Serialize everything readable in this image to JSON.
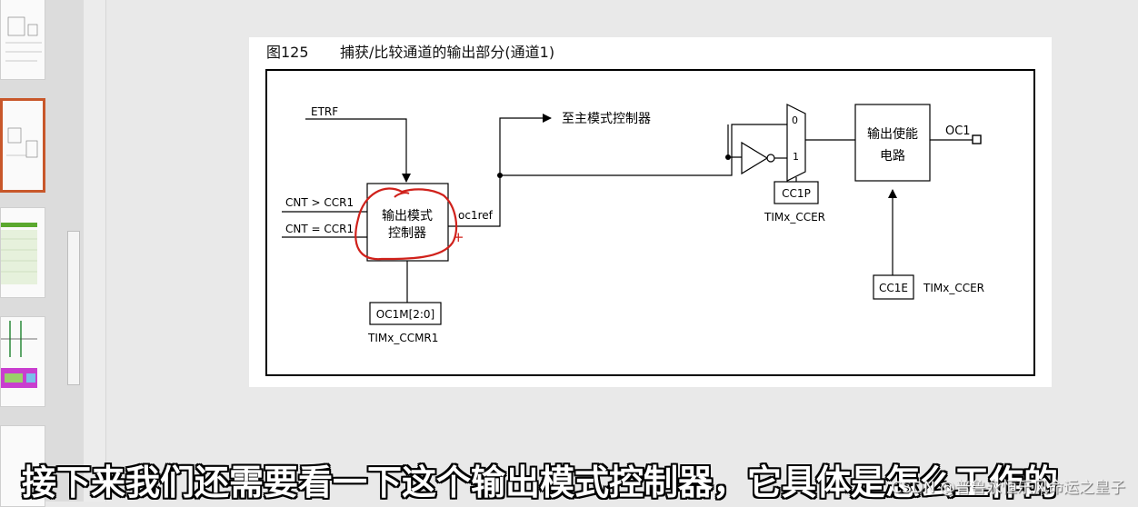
{
  "colors": {
    "accent_selected": "#c8572a",
    "annotation_red": "#d0211b",
    "slide_bg": "#ffffff"
  },
  "figure": {
    "caption_number": "图125",
    "caption_title": "捕获/比较通道的输出部分(通道1)",
    "labels": {
      "etrf": "ETRF",
      "to_master": "至主模式控制器",
      "cnt_gt": "CNT > CCR1",
      "cnt_eq": "CNT = CCR1",
      "mode_ctrl_line1": "输出模式",
      "mode_ctrl_line2": "控制器",
      "oc1ref": "oc1ref",
      "oc1m": "OC1M[2:0]",
      "ccmr1": "TIMx_CCMR1",
      "mux0": "0",
      "mux1": "1",
      "cc1p": "CC1P",
      "ccer_p": "TIMx_CCER",
      "enable_line1": "输出使能",
      "enable_line2": "电路",
      "oc1": "OC1",
      "cc1e": "CC1E",
      "ccer_e": "TIMx_CCER",
      "cursor_plus": "+"
    }
  },
  "subtitle": "接下来我们还需要看一下这个输出模式控制器，它具体是怎么工作的",
  "watermark": "CSDN @普鲁永恒乐风命运之皇子"
}
